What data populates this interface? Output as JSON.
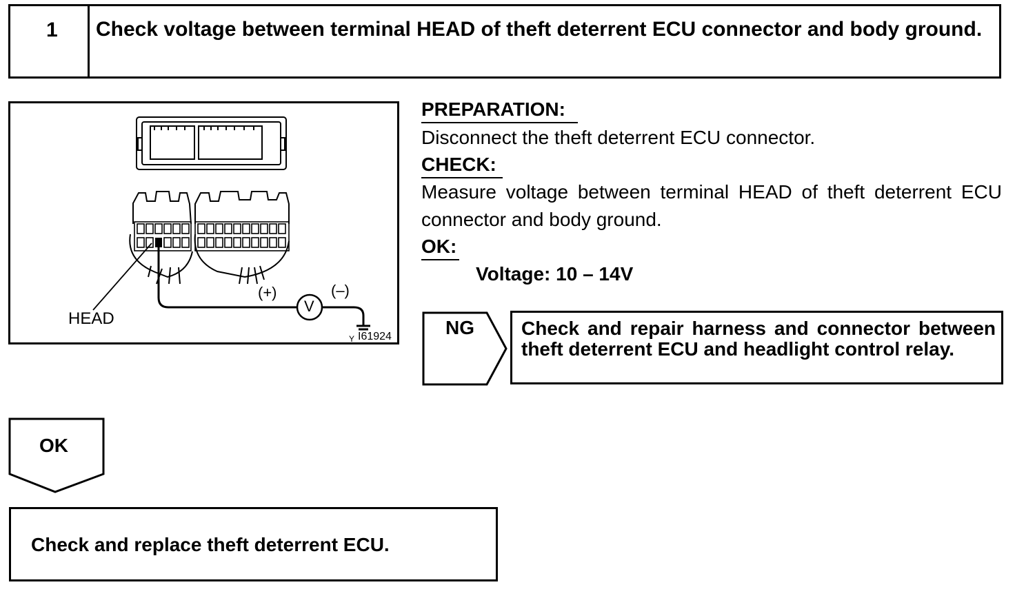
{
  "step": {
    "number": "1",
    "title": "Check voltage between terminal HEAD of theft deterrent ECU connector and body ground."
  },
  "figure": {
    "terminal_label": "HEAD",
    "plus_label": "(+)",
    "minus_label": "(–)",
    "meter_symbol": "V",
    "figure_id": "I61924",
    "corner_mark": "Y"
  },
  "preparation": {
    "heading": "PREPARATION:",
    "text": "Disconnect the theft deterrent ECU connector."
  },
  "check": {
    "heading": "CHECK:",
    "text": "Measure voltage between terminal HEAD of theft deterrent ECU connector and body ground."
  },
  "ok_spec": {
    "heading": "OK:",
    "value": "Voltage: 10 – 14V"
  },
  "ng_branch": {
    "tag": "NG",
    "action": "Check and repair harness and connector between theft deterrent ECU and headlight control relay."
  },
  "ok_branch": {
    "tag": "OK",
    "action": "Check and replace theft deterrent ECU."
  }
}
